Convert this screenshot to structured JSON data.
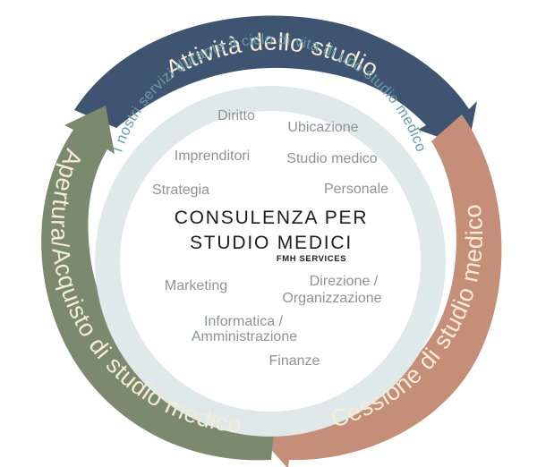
{
  "center": {
    "title_line1": "CONSULENZA PER",
    "title_line2": "STUDIO MEDICI",
    "subtitle": "FMH SERVICES"
  },
  "inner_ring": {
    "text": "I nostri servizi durante il ciclo di vita di uno studio medico"
  },
  "services": {
    "diritto": "Diritto",
    "ubicazione": "Ubicazione",
    "imprenditori": "Imprenditori",
    "studio_medico": "Studio medico",
    "strategia": "Strategia",
    "personale": "Personale",
    "marketing": "Marketing",
    "direzione_line1": "Direzione /",
    "direzione_line2": "Organizzazione",
    "informatica_line1": "Informatica /",
    "informatica_line2": "Amministrazione",
    "finanze": "Finanze"
  },
  "cycle": {
    "top": {
      "label": "Attività dello studio",
      "color": "#3f5470"
    },
    "right": {
      "label": "Cessione di studio medico",
      "color": "#c48e78"
    },
    "left": {
      "label": "Apertura/Acquisto di studio medico",
      "color": "#7b8a6e"
    }
  },
  "colors": {
    "inner_ring": "#dfe9ea",
    "inner_ring_text": "#6a9aa5",
    "ring_text": "#f6ecd6",
    "service_text": "#8f9396",
    "title_text": "#1c1c1c"
  }
}
